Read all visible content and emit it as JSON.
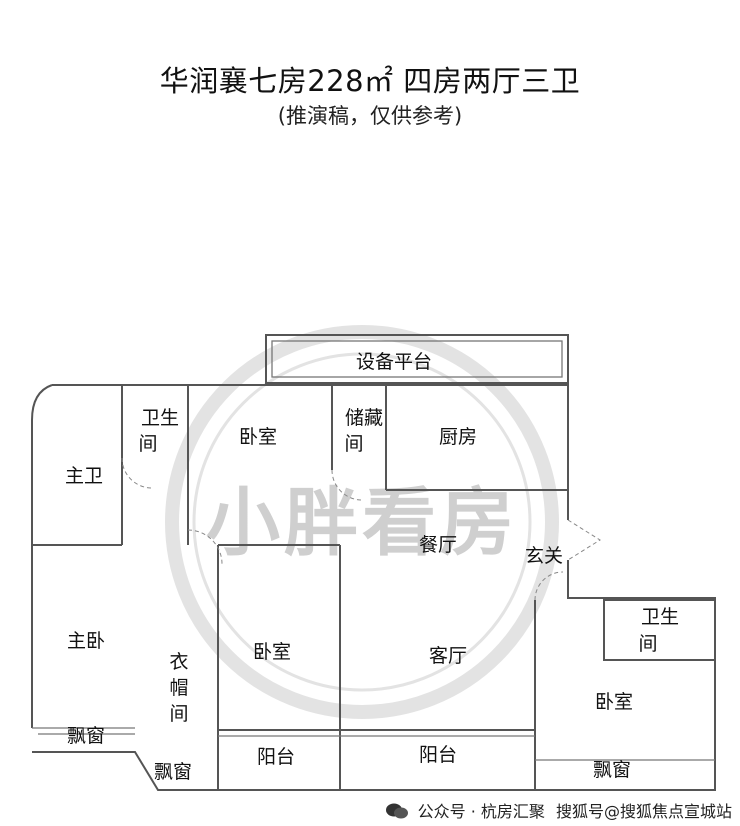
{
  "title": "华润襄七房228㎡ 四房两厅三卫",
  "subtitle": "(推演稿，仅供参考)",
  "rooms": {
    "equipment_platform": "设备平台",
    "bathroom1_line1": "卫生",
    "bathroom1_line2": "间",
    "bedroom_top": "卧室",
    "storage_line1": "储藏",
    "storage_line2": "间",
    "kitchen": "厨房",
    "master_bath": "主卫",
    "dining": "餐厅",
    "entrance": "玄关",
    "master_bedroom": "主卧",
    "closet_1": "衣",
    "closet_2": "帽",
    "closet_3": "间",
    "bedroom_middle": "卧室",
    "living_room": "客厅",
    "bathroom2_line1": "卫生",
    "bathroom2_line2": "间",
    "bedroom_right": "卧室",
    "bay_window_left": "飘窗",
    "bay_window_bottom": "飘窗",
    "balcony_left": "阳台",
    "balcony_mid": "阳台",
    "bay_window_right": "飘窗"
  },
  "watermark": "小胖看房",
  "footer": {
    "wechat_label": "公众号",
    "overlay": "公众号 · 杭房汇聚",
    "source": "搜狐号@搜狐焦点宣城站"
  }
}
